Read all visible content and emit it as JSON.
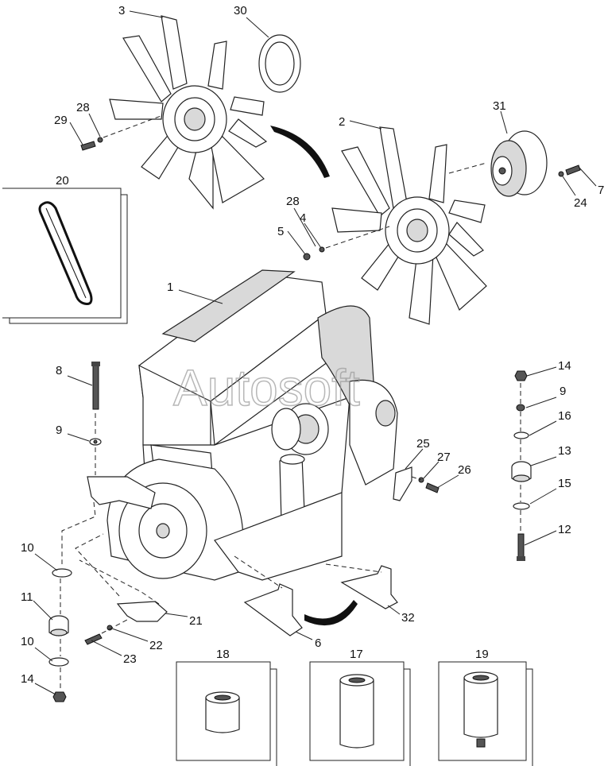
{
  "watermark": "Autosoft",
  "callouts": [
    {
      "id": "c3",
      "text": "3"
    },
    {
      "id": "c30",
      "text": "30"
    },
    {
      "id": "c29",
      "text": "29"
    },
    {
      "id": "c28a",
      "text": "28"
    },
    {
      "id": "c2",
      "text": "2"
    },
    {
      "id": "c31",
      "text": "31"
    },
    {
      "id": "c7",
      "text": "7"
    },
    {
      "id": "c24",
      "text": "24"
    },
    {
      "id": "c20",
      "text": "20"
    },
    {
      "id": "c28b",
      "text": "28"
    },
    {
      "id": "c4",
      "text": "4"
    },
    {
      "id": "c5",
      "text": "5"
    },
    {
      "id": "c1",
      "text": "1"
    },
    {
      "id": "c8",
      "text": "8"
    },
    {
      "id": "c9a",
      "text": "9"
    },
    {
      "id": "c14a",
      "text": "14"
    },
    {
      "id": "c9b",
      "text": "9"
    },
    {
      "id": "c16",
      "text": "16"
    },
    {
      "id": "c13",
      "text": "13"
    },
    {
      "id": "c15",
      "text": "15"
    },
    {
      "id": "c12",
      "text": "12"
    },
    {
      "id": "c25",
      "text": "25"
    },
    {
      "id": "c27",
      "text": "27"
    },
    {
      "id": "c26",
      "text": "26"
    },
    {
      "id": "c10a",
      "text": "10"
    },
    {
      "id": "c11",
      "text": "11"
    },
    {
      "id": "c10b",
      "text": "10"
    },
    {
      "id": "c14b",
      "text": "14"
    },
    {
      "id": "c21",
      "text": "21"
    },
    {
      "id": "c22",
      "text": "22"
    },
    {
      "id": "c23",
      "text": "23"
    },
    {
      "id": "c6",
      "text": "6"
    },
    {
      "id": "c32",
      "text": "32"
    },
    {
      "id": "c18",
      "text": "18"
    },
    {
      "id": "c17",
      "text": "17"
    },
    {
      "id": "c19",
      "text": "19"
    }
  ]
}
